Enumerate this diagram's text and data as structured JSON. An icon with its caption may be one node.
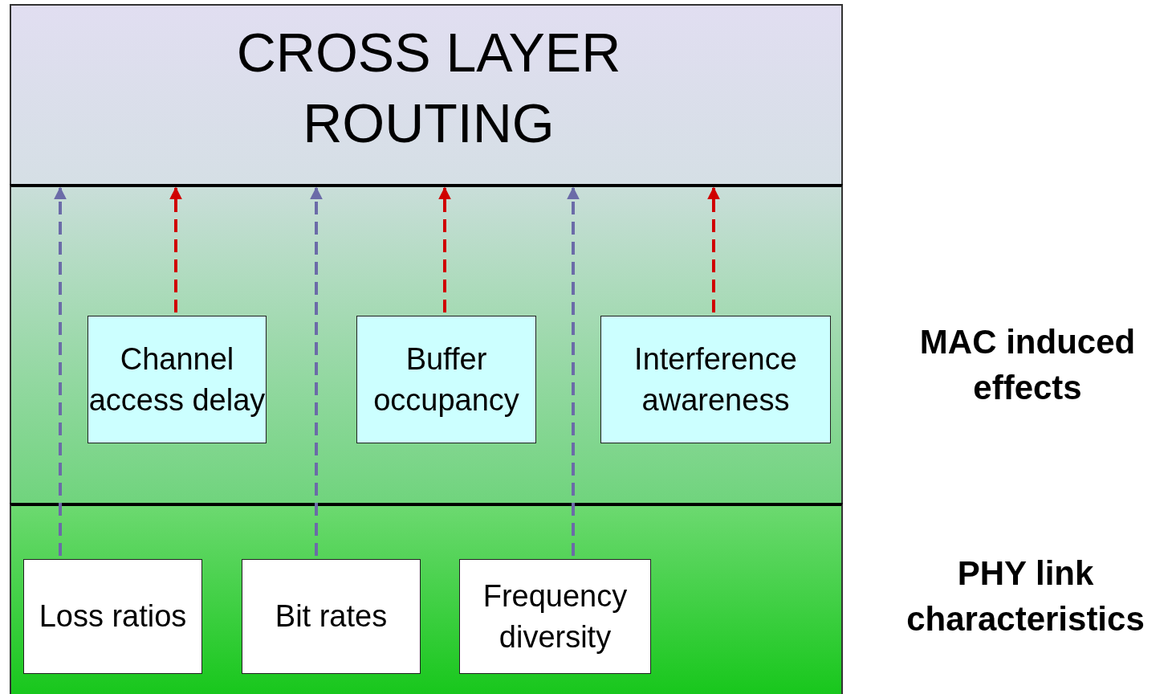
{
  "diagram": {
    "nodes": [
      {
        "text": [
          "CROSS LAYER ROUTING"
        ]
      },
      {
        "text": [],
        "shape": "box",
        "beside": [
          "MAC induced effects"
        ]
      },
      {
        "text": [
          "Channel access delay"
        ],
        "in": 1
      },
      {
        "text": [
          "Buffer occupancy"
        ],
        "in": 1
      },
      {
        "text": [
          "Interference awareness"
        ],
        "in": 1
      },
      {
        "text": [],
        "shape": "box",
        "beside": [
          "PHY link characteristics"
        ]
      },
      {
        "text": [
          "Loss ratios"
        ],
        "in": 5
      },
      {
        "text": [
          "Bit rates"
        ],
        "in": 5
      },
      {
        "text": [
          "Frequency diversity"
        ],
        "in": 5
      }
    ],
    "edges": [
      {
        "from": 6,
        "to": 0,
        "arrow": "to",
        "style": "dashed",
        "color": "#6b6ba8"
      },
      {
        "from": 2,
        "to": 0,
        "arrow": "to",
        "style": "dashed",
        "color": "#d00000"
      },
      {
        "from": 7,
        "to": 0,
        "arrow": "to",
        "style": "dashed",
        "color": "#6b6ba8"
      },
      {
        "from": 3,
        "to": 0,
        "arrow": "to",
        "style": "dashed",
        "color": "#d00000"
      },
      {
        "from": 8,
        "to": 0,
        "arrow": "to",
        "style": "dashed",
        "color": "#6b6ba8"
      },
      {
        "from": 4,
        "to": 0,
        "arrow": "to",
        "style": "dashed",
        "color": "#d00000"
      }
    ]
  }
}
